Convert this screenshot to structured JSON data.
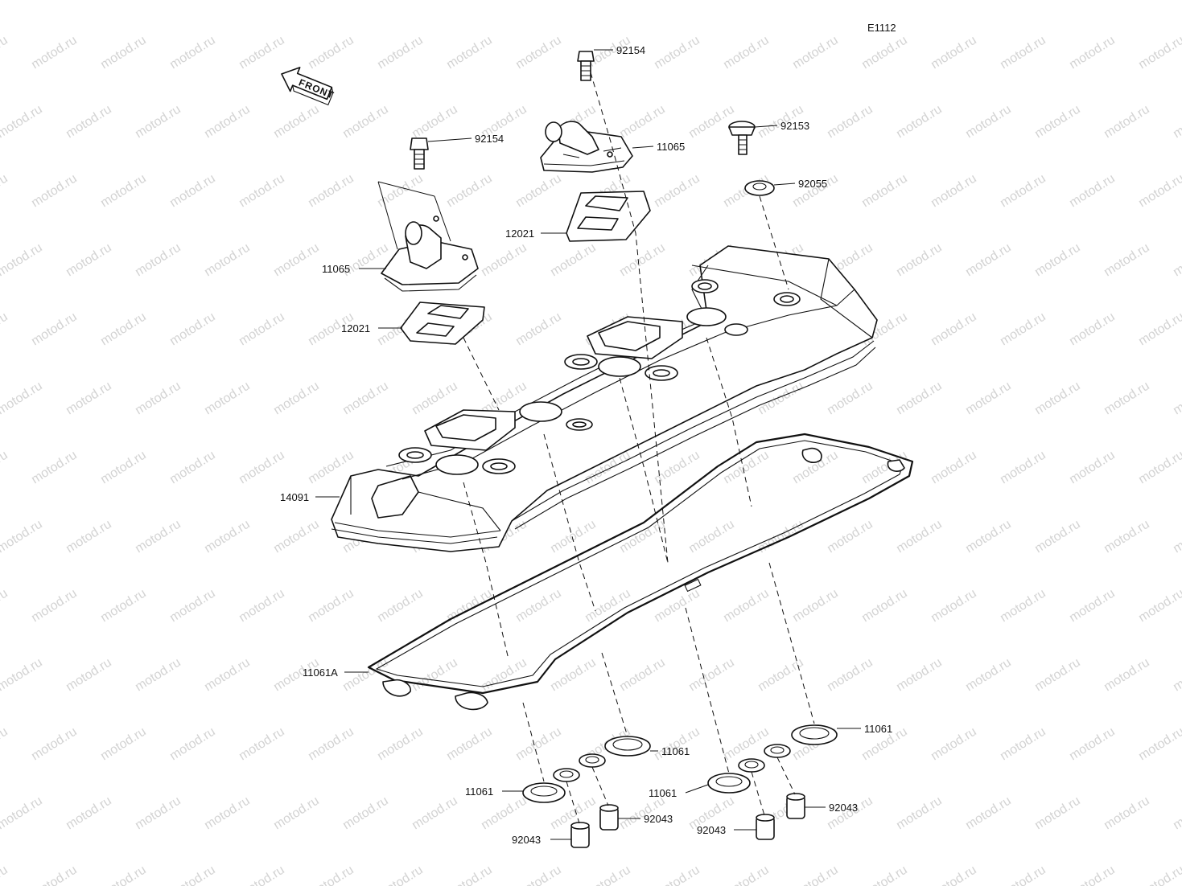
{
  "diagram": {
    "code": "E1112",
    "front_label": "FRONT",
    "watermark_text": "motod.ru",
    "labels": {
      "bolt_right": "92154",
      "bolt_left": "92154",
      "breather_cover_right": "11065",
      "breather_cover_left": "11065",
      "bolt_cover": "92153",
      "washer_cover": "92055",
      "reed_valve_right": "12021",
      "reed_valve_left": "12021",
      "cylinder_head_cover": "14091",
      "gasket_main": "11061A",
      "gasket_plug_1": "11061",
      "gasket_plug_2": "11061",
      "gasket_plug_3": "11061",
      "gasket_plug_4": "11061",
      "dowel_1": "92043",
      "dowel_2": "92043",
      "dowel_3": "92043",
      "dowel_4": "92043"
    }
  }
}
